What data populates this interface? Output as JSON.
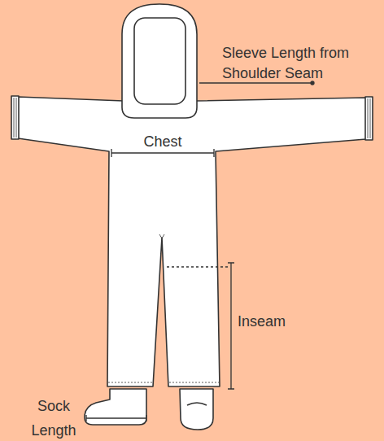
{
  "diagram": {
    "labels": [
      "Sleeve Length from Shoulder Seam",
      "Chest",
      "Inseam",
      "Sock Length"
    ]
  }
}
